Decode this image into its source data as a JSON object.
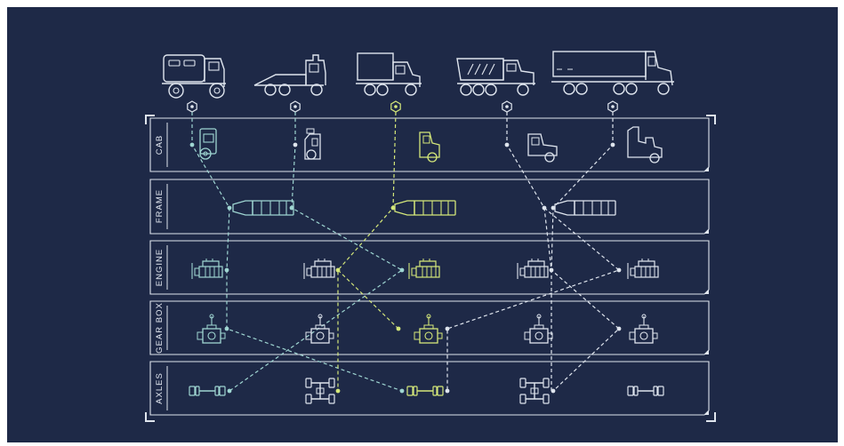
{
  "colors": {
    "background": "#1e2947",
    "line": "#dfe5ee",
    "teal": "#9fd6d2",
    "yellow_green": "#d5e87a",
    "dot_light": "#c9d1dc"
  },
  "vehicles": [
    {
      "icon": "expedition-truck-icon",
      "highlight": false
    },
    {
      "icon": "tow-truck-icon",
      "highlight": false
    },
    {
      "icon": "box-truck-icon",
      "highlight": true
    },
    {
      "icon": "dump-truck-icon",
      "highlight": false
    },
    {
      "icon": "semi-trailer-truck-icon",
      "highlight": false
    }
  ],
  "rows": [
    {
      "label": "CAB"
    },
    {
      "label": "FRAME"
    },
    {
      "label": "ENGINE"
    },
    {
      "label": "GEAR BOX"
    },
    {
      "label": "AXLES"
    }
  ]
}
